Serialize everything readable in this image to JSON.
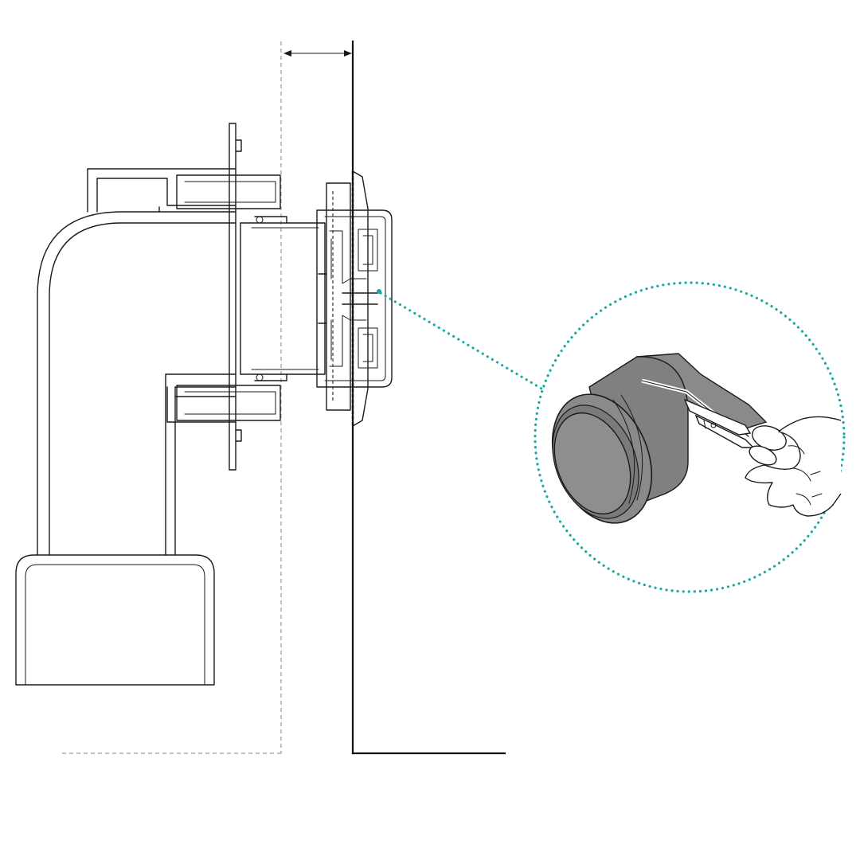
{
  "figure": {
    "kind": "technical-installation-drawing",
    "description_elements": [
      "elbow-pipe",
      "wall",
      "seal-housing",
      "detail-callout"
    ]
  },
  "colors": {
    "line": "#1a1a1a",
    "callout": "#16aaa3",
    "pipe_end": "#808080",
    "pipe_end_dark": "#5a5a5a",
    "tape": "#8a8a8a",
    "hidden_line": "#9a9a9a"
  },
  "icons": {
    "scissors": "scissors-icon",
    "hand": "hand-icon",
    "arrow": "double-arrow-icon"
  }
}
